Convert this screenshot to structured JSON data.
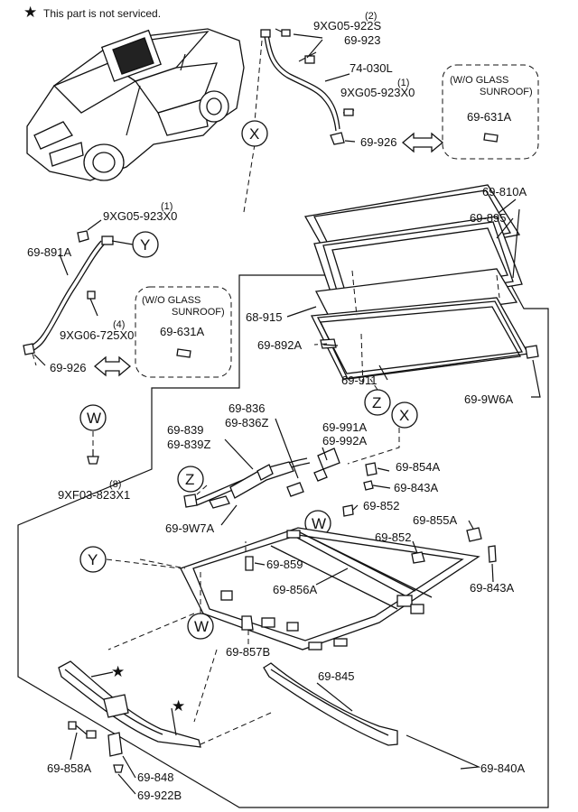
{
  "legend": {
    "star": "★",
    "text": "This part is not serviced."
  },
  "callouts": {
    "X": "X",
    "Y": "Y",
    "Z": "Z",
    "W": "W"
  },
  "labels": {
    "p_9xg05_922s": "9XG05-922S",
    "p_9xg05_922s_qty": "(2)",
    "p_69_923": "69-923",
    "p_74_030l": "74-030L",
    "p_9xg05_923x0_a": "9XG05-923X0",
    "p_9xg05_923x0_a_qty": "(1)",
    "p_69_926_a": "69-926",
    "wo_glass_1_line1": "(W/O GLASS",
    "wo_glass_1_line2": "SUNROOF)",
    "p_69_631a_a": "69-631A",
    "p_9xg05_923x0_b": "9XG05-923X0",
    "p_9xg05_923x0_b_qty": "(1)",
    "p_69_891a": "69-891A",
    "p_9xg06_725x0": "9XG06-725X0",
    "p_9xg06_725x0_qty": "(4)",
    "p_69_926_b": "69-926",
    "wo_glass_2_line1": "(W/O GLASS",
    "wo_glass_2_line2": "SUNROOF)",
    "p_69_631a_b": "69-631A",
    "p_69_810a": "69-810A",
    "p_69_895": "69-895",
    "p_68_915": "68-915",
    "p_69_892a": "69-892A",
    "p_69_911": "69-911",
    "p_69_9w6a": "69-9W6A",
    "p_9xf03_823x1": "9XF03-823X1",
    "p_9xf03_823x1_qty": "(8)",
    "p_69_836": "69-836",
    "p_69_836z": "69-836Z",
    "p_69_839": "69-839",
    "p_69_839z": "69-839Z",
    "p_69_991a": "69-991A",
    "p_69_992a": "69-992A",
    "p_69_854a": "69-854A",
    "p_69_843a_a": "69-843A",
    "p_69_9w7a": "69-9W7A",
    "p_69_852_a": "69-852",
    "p_69_855a": "69-855A",
    "p_69_852_b": "69-852",
    "p_69_843a_b": "69-843A",
    "p_69_859": "69-859",
    "p_69_856a": "69-856A",
    "p_69_857b": "69-857B",
    "p_69_845": "69-845",
    "p_69_858a": "69-858A",
    "p_69_848": "69-848",
    "p_69_922b": "69-922B",
    "p_69_840a": "69-840A"
  },
  "markers": {
    "star": "★"
  }
}
